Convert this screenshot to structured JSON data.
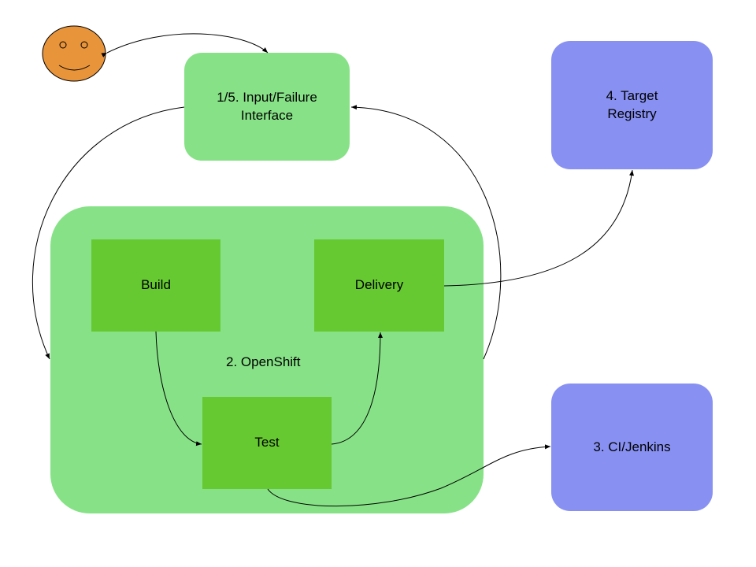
{
  "nodes": {
    "input_failure": {
      "label": "1/5.  Input/Failure\nInterface"
    },
    "openshift": {
      "label": "2. OpenShift"
    },
    "build": {
      "label": "Build"
    },
    "delivery": {
      "label": "Delivery"
    },
    "test": {
      "label": "Test"
    },
    "target_registry": {
      "label": "4. Target\nRegistry"
    },
    "ci_jenkins": {
      "label": "3. CI/Jenkins"
    }
  },
  "user": {
    "icon": "smiley-face-icon"
  },
  "colors": {
    "light_green": "#87e287",
    "dark_green": "#67c932",
    "purple": "#8891f2",
    "face": "#e8943a"
  }
}
